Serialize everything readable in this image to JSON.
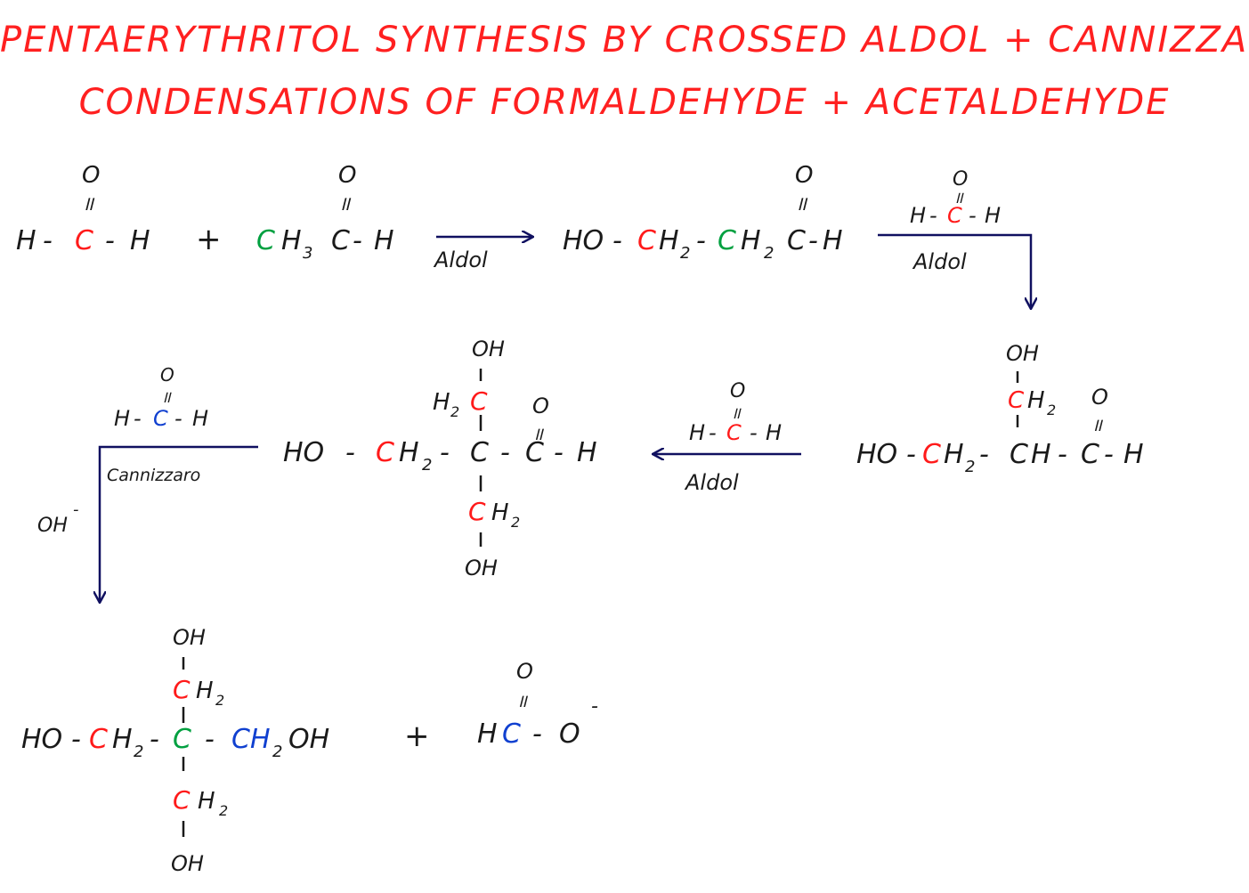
{
  "title": {
    "line1": "PENTAERYTHRITOL SYNTHESIS BY CROSSED ALDOL + CANNIZZARO",
    "line2": "CONDENSATIONS OF FORMALDEHYDE + ACETALDEHYDE"
  },
  "colors": {
    "ink": "#1a1a1a",
    "formaldehyde_carbon": "#ff1a1a",
    "acetaldehyde_carbon": "#00a040",
    "cannizzaro_carbon": "#1040d0",
    "title": "#ff2020",
    "arrow": "#101060"
  },
  "labels": {
    "aldol": "Aldol",
    "cannizzaro": "Cannizzaro",
    "hydroxide": "OH",
    "hydroxide_charge": "-",
    "plus": "+"
  },
  "atoms": {
    "H": "H",
    "C": "C",
    "O": "O",
    "HO": "HO",
    "OH": "OH",
    "CH": "CH",
    "CH2": "CH",
    "sub2": "2",
    "sub3": "3",
    "H2": "H",
    "HC": "HC",
    "CH2OH": "CH",
    "CH2OH_tail": "OH",
    "minus": "-"
  }
}
